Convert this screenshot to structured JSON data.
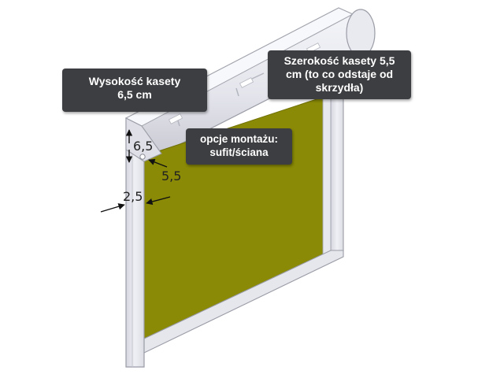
{
  "callouts": {
    "height": {
      "line1": "Wysokość kasety",
      "line2": "6,5 cm"
    },
    "width": {
      "line1": "Szerokość kasety 5,5",
      "line2": "cm (to co odstaje od",
      "line3": "skrzydła)"
    },
    "mount": {
      "line1": "opcje montażu:",
      "line2": "sufit/ściana"
    }
  },
  "dimensions": {
    "cassette_height": "6,5",
    "cassette_width": "5,5",
    "rail_width": "2,5"
  },
  "colors": {
    "fabric": "#8a8a06",
    "frame": "#e6e7ed",
    "frame_stroke": "#9a9ca6",
    "callout_bg": "#3d3e41",
    "callout_text": "#ffffff"
  }
}
